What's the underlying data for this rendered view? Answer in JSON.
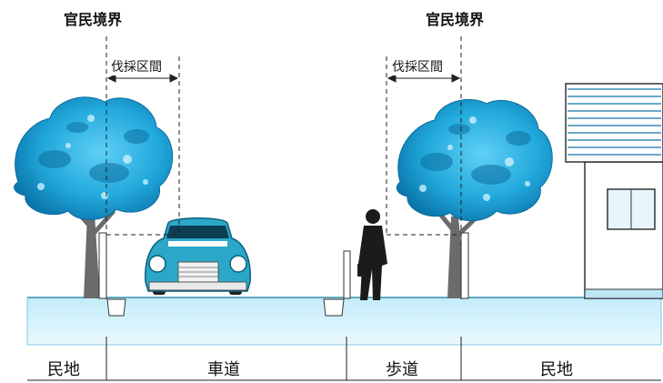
{
  "boundary_labels": [
    "官民境界",
    "官民境界"
  ],
  "felling_labels": [
    "伐採区間",
    "伐採区間"
  ],
  "zones": {
    "private_left": "民地",
    "roadway": "車道",
    "sidewalk": "歩道",
    "private_right": "民地"
  },
  "colors": {
    "tree_light": "#2ab8e8",
    "tree_dark": "#0a7fb5",
    "trunk": "#6f6f6f",
    "ground": "#d6f1fb",
    "ground_edge": "#9fdaf0",
    "car_body": "#2ba7c8",
    "silhouette": "#1b1b1b",
    "house_wall": "#ffffff",
    "shutter": "#6aa9c8"
  }
}
